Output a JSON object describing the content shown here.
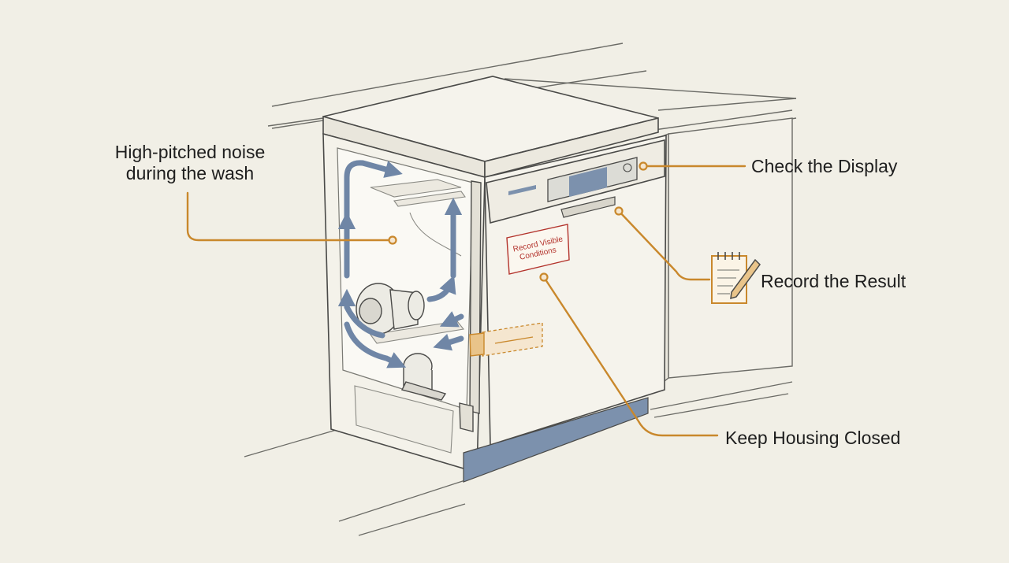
{
  "callouts": {
    "noise": {
      "line1": "High-pitched noise",
      "line2": "during the wash"
    },
    "display": "Check the Display",
    "result": "Record the Result",
    "housing": "Keep Housing Closed"
  },
  "door_tag": {
    "line1": "Record Visible",
    "line2": "Conditions"
  },
  "colors": {
    "background": "#f1efe6",
    "accent": "#c9882c",
    "flow_arrows": "#6f86a6",
    "tag_red": "#b3322b",
    "outline": "#4a4a48"
  },
  "icons": [
    "notepad-pencil-icon",
    "flow-arrow-icon",
    "callout-dot-icon"
  ]
}
